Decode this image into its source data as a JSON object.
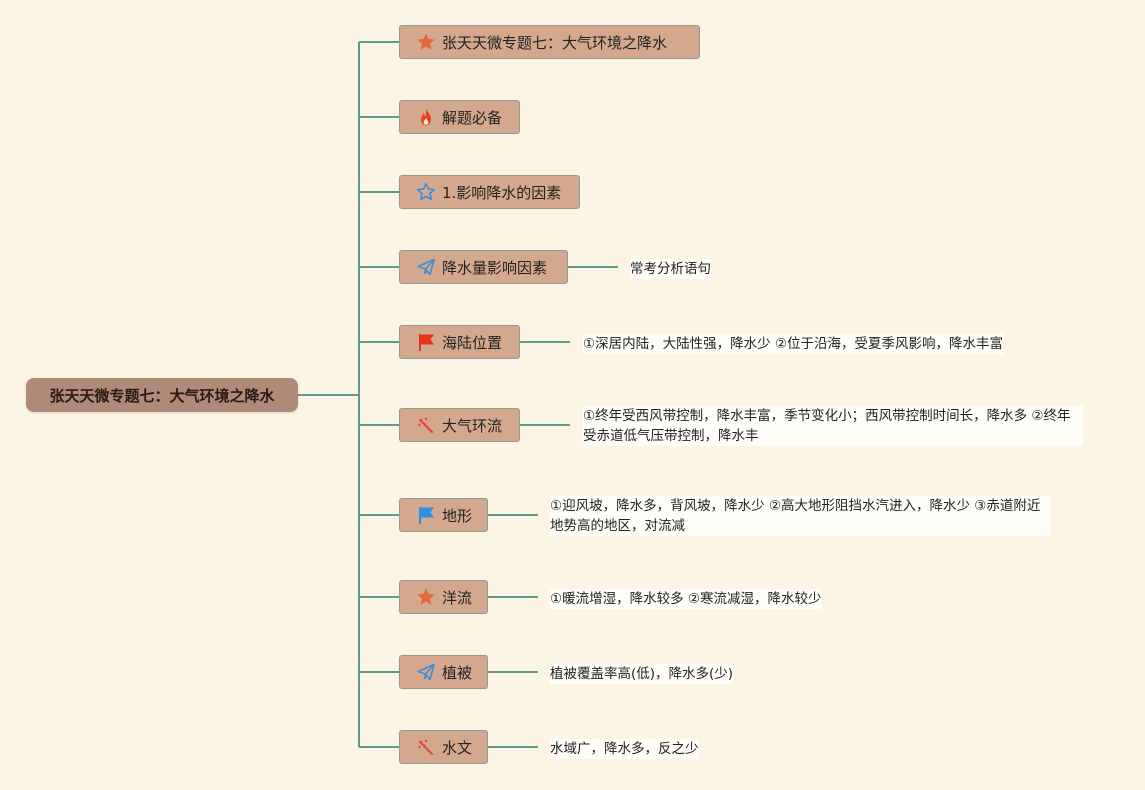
{
  "root": {
    "label": "张天天微专题七：大气环境之降水"
  },
  "branches": [
    {
      "label": "张天天微专题七：大气环境之降水",
      "icon": "star-icon",
      "color": "#e2673b"
    },
    {
      "label": "解题必备",
      "icon": "fire-icon",
      "color": "#e8431d"
    },
    {
      "label": "1.影响降水的因素",
      "icon": "star-outline-icon",
      "color": "#3f8fd0"
    },
    {
      "label": "降水量影响因素",
      "icon": "paper-plane-icon",
      "color": "#3f8fd0"
    },
    {
      "label": "海陆位置",
      "icon": "flag-icon",
      "color": "#e8341d"
    },
    {
      "label": "大气环流",
      "icon": "sparkle-wand-icon",
      "color": "#e0483a"
    },
    {
      "label": "地形",
      "icon": "flag-icon",
      "color": "#2f8fe0"
    },
    {
      "label": "洋流",
      "icon": "star-icon",
      "color": "#e2673b"
    },
    {
      "label": "植被",
      "icon": "paper-plane-icon",
      "color": "#3f8fd0"
    },
    {
      "label": "水文",
      "icon": "sparkle-wand-icon",
      "color": "#e0483a"
    }
  ],
  "leaves": [
    {
      "branch": 3,
      "text": "常考分析语句"
    },
    {
      "branch": 4,
      "text": "①深居内陆，大陆性强，降水少 ②位于沿海，受夏季风影响，降水丰富"
    },
    {
      "branch": 5,
      "text": "①终年受西风带控制，降水丰富，季节变化小；西风带控制时间长，降水多 ②终年受赤道低气压带控制，降水丰"
    },
    {
      "branch": 6,
      "text": "①迎风坡，降水多，背风坡，降水少 ②高大地形阻挡水汽进入，降水少 ③赤道附近地势高的地区，对流减"
    },
    {
      "branch": 7,
      "text": "①暖流增湿，降水较多 ②寒流减湿，降水较少"
    },
    {
      "branch": 8,
      "text": "植被覆盖率高(低)，降水多(少)"
    },
    {
      "branch": 9,
      "text": "水域广，降水多，反之少"
    }
  ],
  "colors": {
    "connector": "#5f9a8e",
    "root_fill": "#b08a78",
    "branch_fill": "#d4a88f",
    "background": "#fcf5e3"
  }
}
